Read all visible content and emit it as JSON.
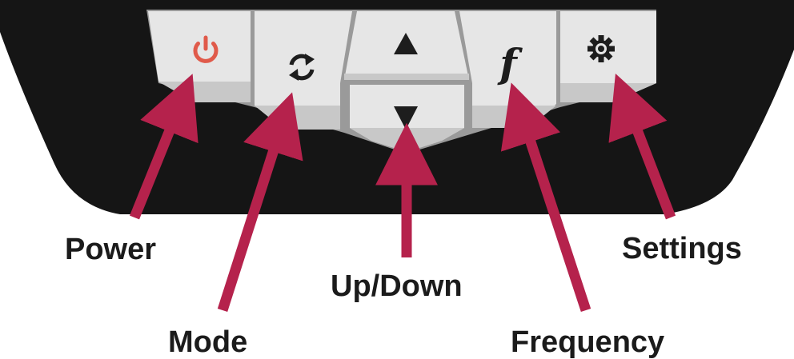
{
  "colors": {
    "device_body": "#151515",
    "key_face": "#e6e6e6",
    "key_shade": "#c4c4c4",
    "key_gap": "#9a9a9a",
    "icon": "#1d1d1d",
    "power_icon": "#e05a4a",
    "arrow": "#b5224c",
    "label_text": "#1b1b1b"
  },
  "keys": [
    {
      "id": "power",
      "icon": "power-icon"
    },
    {
      "id": "mode",
      "icon": "refresh-icon"
    },
    {
      "id": "up",
      "icon": "triangle-up-icon"
    },
    {
      "id": "down",
      "icon": "triangle-down-icon"
    },
    {
      "id": "frequency",
      "glyph": "f",
      "icon": "frequency-f-icon"
    },
    {
      "id": "settings",
      "icon": "gear-icon"
    }
  ],
  "labels": {
    "power": "Power",
    "mode": "Mode",
    "up_down": "Up/Down",
    "frequency": "Frequency",
    "settings": "Settings"
  }
}
